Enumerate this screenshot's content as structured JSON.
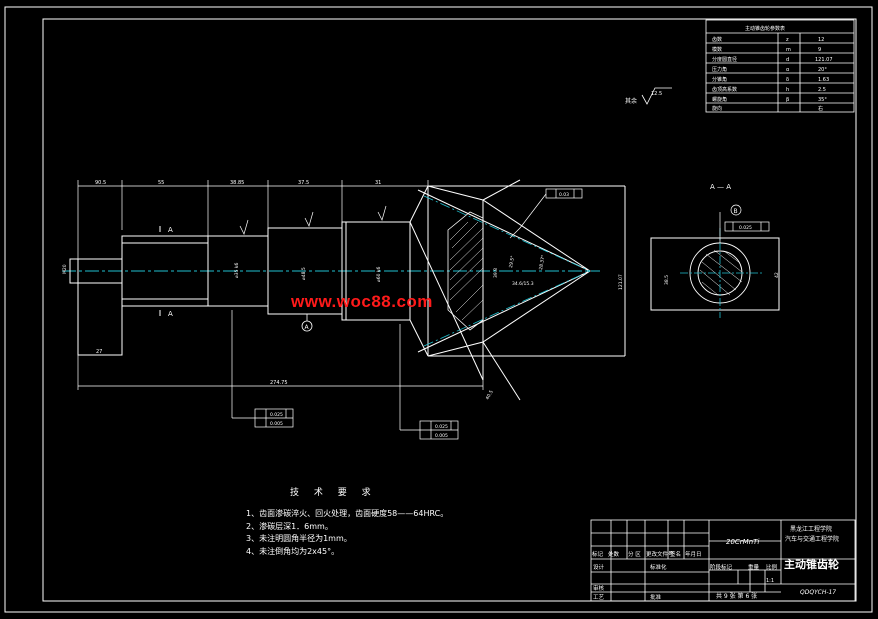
{
  "watermark": "www.woc88.com",
  "section_label": "A — A",
  "datum_label": "B",
  "section_marks": [
    "A",
    "A"
  ],
  "datum_a": "A",
  "tech_requirements": {
    "title": "技 术 要 求",
    "items": [
      "1、齿面渗碳淬火、回火处理，齿面硬度58——64HRC。",
      "2、渗碳层深1．6mm。",
      "3、未注明圆角半径为1mm。",
      "4、未注倒角均为2x45°。"
    ]
  },
  "gear_table": {
    "title": "主动锥齿轮参数表",
    "rows": [
      {
        "name": "齿数",
        "symbol": "z",
        "value": "12"
      },
      {
        "name": "模数",
        "symbol": "m",
        "value": "9"
      },
      {
        "name": "分度圆直径",
        "symbol": "d",
        "value": "121.07"
      },
      {
        "name": "压力角",
        "symbol": "α",
        "value": "20°"
      },
      {
        "name": "分锥角",
        "symbol": "δ",
        "value": "1.63"
      },
      {
        "name": "齿顶高系数",
        "symbol": "h",
        "value": "2.5"
      },
      {
        "name": "螺旋角",
        "symbol": "β",
        "value": "35°"
      },
      {
        "name": "旋向",
        "symbol": "",
        "value": "右"
      }
    ]
  },
  "title_block": {
    "material": "20CrMnTi",
    "school": "黑龙江工程学院",
    "department": "汽车与交通工程学院",
    "part_name": "主动锥齿轮",
    "drawing_no": "QDQYCH-17",
    "scale": "1:1",
    "sheets": "共 9 张 第 6 张",
    "labels": {
      "mark": "标记",
      "count": "处数",
      "zone": "分 区",
      "doc_no": "更改文件号",
      "signature": "签名",
      "date": "年月日",
      "design": "设计",
      "standard": "标准化",
      "stage_mark": "阶段标记",
      "weight": "重量",
      "scale_label": "比例",
      "review": "审核",
      "process": "工艺",
      "approve": "批准"
    }
  },
  "roughness_note": "其余",
  "roughness_value": "12.5",
  "dims": {
    "seg1": "90.5",
    "seg2": "55",
    "seg3": "38.85",
    "seg4": "37.5",
    "seg5": "31",
    "total": "274.75",
    "small": "27",
    "cone_len": "34.6/15.3",
    "cone_dia": "121.07",
    "tol1": "0.025",
    "tol2": "0.005",
    "tol3": "0.025",
    "tol4": "0.005",
    "tol_top": "0.03",
    "spline_tol": "0.025",
    "spline_d1": "42",
    "spline_d2": "38.5",
    "angle1": "29.5°",
    "angle2": "28.37°",
    "face_w": "40.5",
    "side_d": "39.8"
  }
}
